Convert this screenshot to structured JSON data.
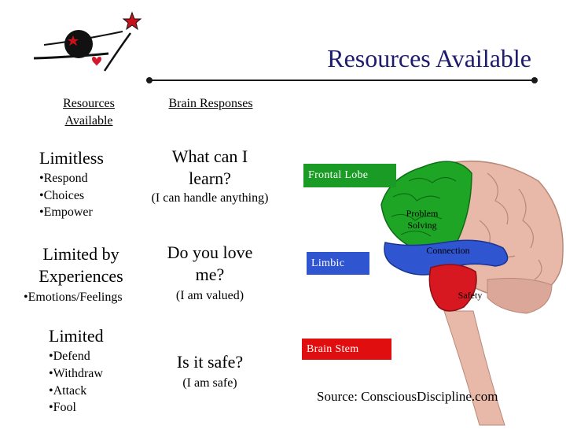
{
  "title": "Resources Available",
  "left_column": {
    "header": "Resources Available",
    "sections": [
      {
        "heading": "Limitless",
        "bullets": [
          "•Respond",
          "•Choices",
          "•Empower"
        ]
      },
      {
        "heading": "Limited by Experiences",
        "bullets": [
          "•Emotions/Feelings"
        ]
      },
      {
        "heading": "Limited",
        "bullets": [
          "•Defend",
          "•Withdraw",
          "•Attack",
          "•Fool"
        ]
      }
    ]
  },
  "middle_column": {
    "header": "Brain Responses",
    "items": [
      {
        "question": "What can I learn?",
        "answer": "(I can handle anything)"
      },
      {
        "question": "Do you love me?",
        "answer": "(I am valued)"
      },
      {
        "question": "Is it safe?",
        "answer": "(I am safe)"
      }
    ]
  },
  "brain": {
    "tags": {
      "frontal": "Frontal Lobe",
      "limbic": "Limbic",
      "stem": "Brain Stem"
    },
    "labels": {
      "problem": "Problem Solving",
      "connection": "Connection",
      "safety": "Safety"
    },
    "colors": {
      "frontal": "#1a9b25",
      "limbic": "#2f55d1",
      "stem": "#e00e0e",
      "cortex": "#e8b8a8"
    }
  },
  "source": "Source: ConsciousDiscipline.com"
}
